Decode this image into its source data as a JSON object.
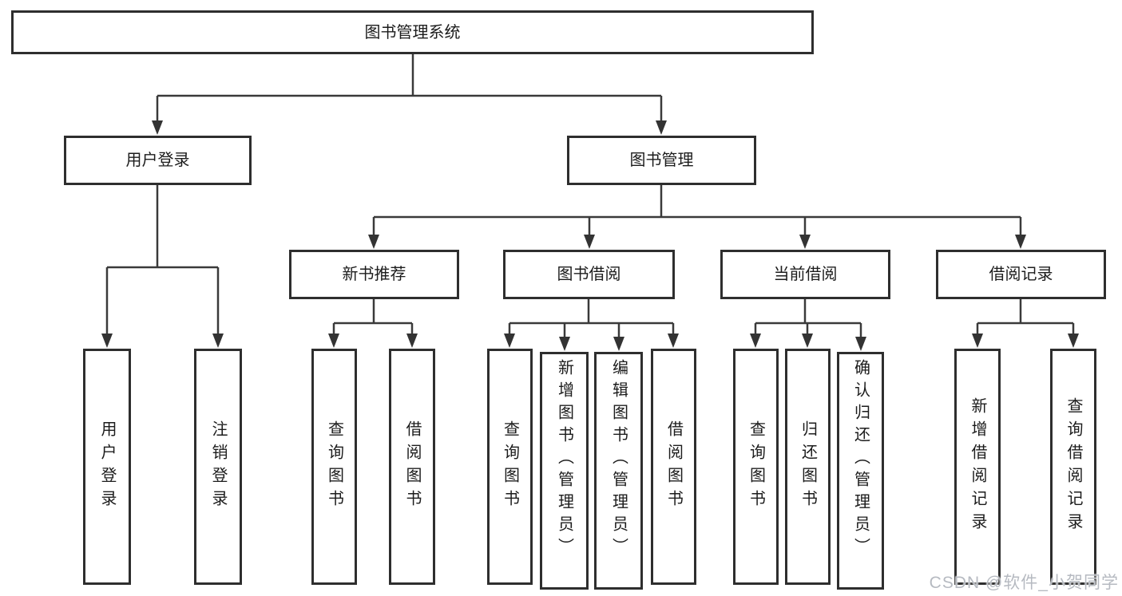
{
  "diagram": {
    "root": {
      "label": "图书管理系统"
    },
    "branches": [
      {
        "label": "用户登录",
        "children": [
          {
            "label": "用户登录"
          },
          {
            "label": "注销登录"
          }
        ]
      },
      {
        "label": "图书管理",
        "children": [
          {
            "label": "新书推荐",
            "children": [
              {
                "label": "查询图书"
              },
              {
                "label": "借阅图书"
              }
            ]
          },
          {
            "label": "图书借阅",
            "children": [
              {
                "label": "查询图书"
              },
              {
                "label": "新增图书（管理员）"
              },
              {
                "label": "编辑图书（管理员）"
              },
              {
                "label": "借阅图书"
              }
            ]
          },
          {
            "label": "当前借阅",
            "children": [
              {
                "label": "查询图书"
              },
              {
                "label": "归还图书"
              },
              {
                "label": "确认归还（管理员）"
              }
            ]
          },
          {
            "label": "借阅记录",
            "children": [
              {
                "label": "新增借阅记录"
              },
              {
                "label": "查询借阅记录"
              }
            ]
          }
        ]
      }
    ]
  },
  "watermark": {
    "text": "CSDN @软件_小贺同学"
  },
  "colors": {
    "line": "#3a3a3a",
    "box_border": "#2e2e2e",
    "text": "#1c1c1c",
    "background": "#ffffff",
    "watermark": "#b6bac1"
  }
}
